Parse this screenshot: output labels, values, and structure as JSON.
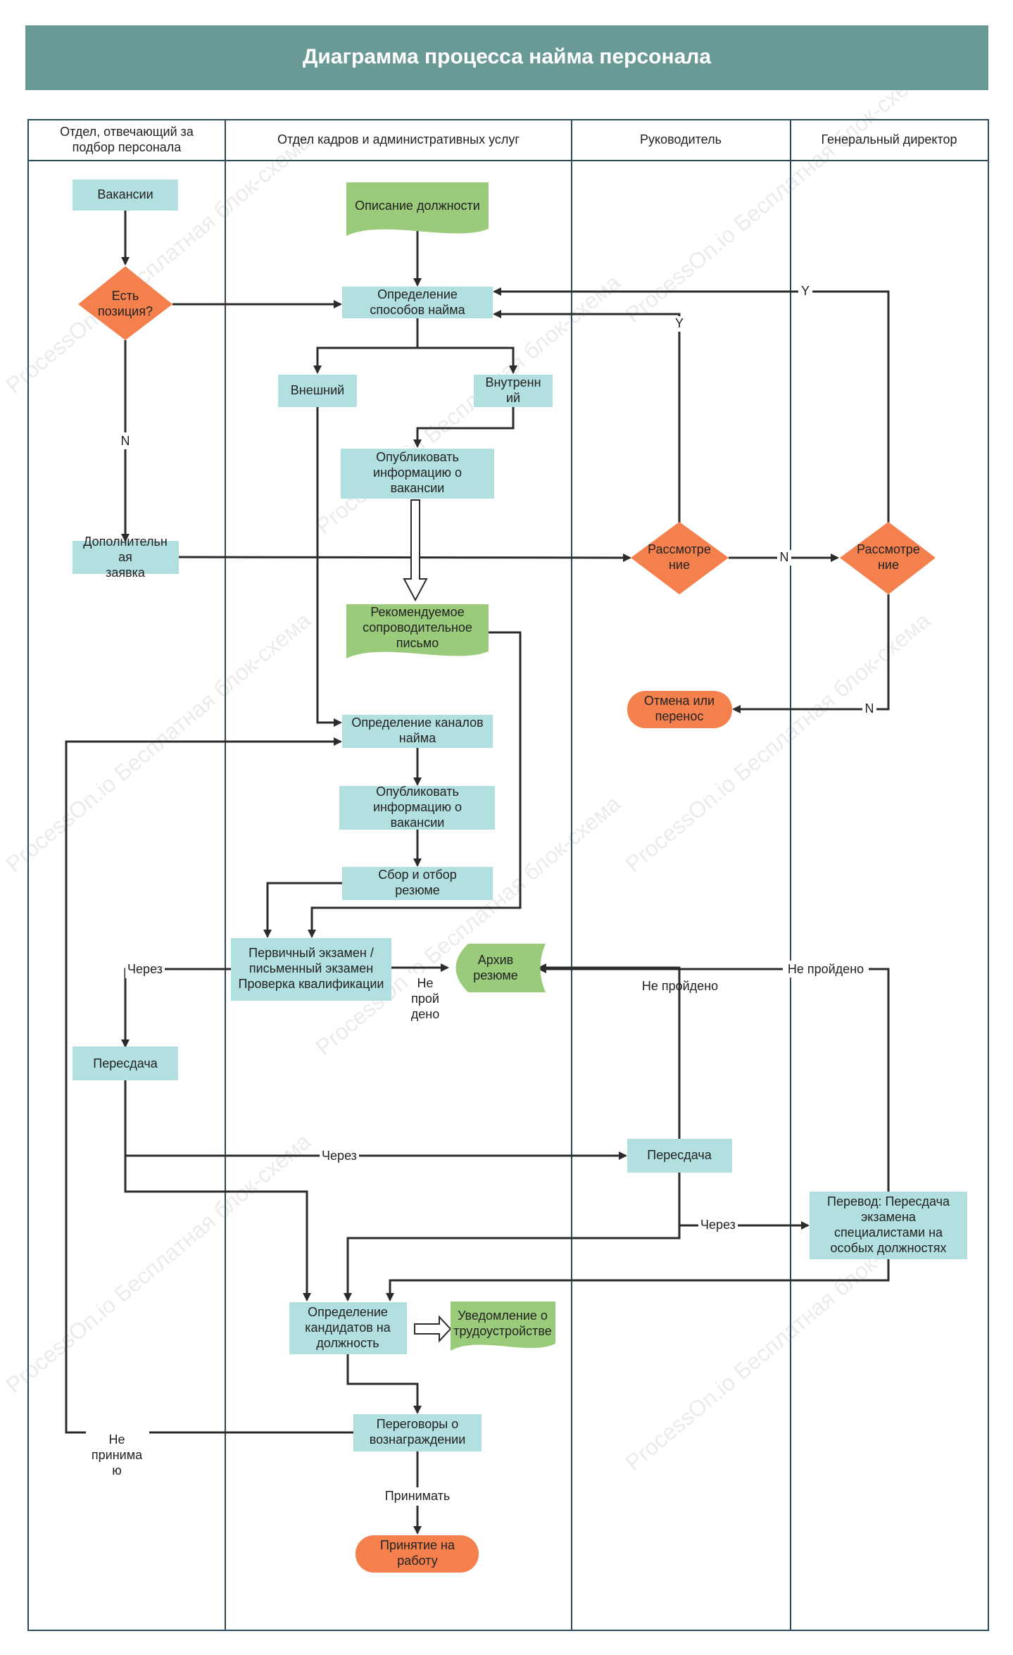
{
  "title": "Диаграмма процесса найма персонала",
  "watermark": "ProcessOn.io Бесплатная блок-схема",
  "colors": {
    "header": "#6a9a96",
    "process": "#b2dfdf",
    "decision": "#f4804e",
    "document": "#9acb7a",
    "terminal": "#f4804e",
    "lane_border": "#2c4a5a",
    "edge": "#2b2b2b"
  },
  "lanes": [
    "Отдел, отвечающий за подбор персонала",
    "Отдел кадров и административных услуг",
    "Руководитель",
    "Генеральный директор"
  ],
  "nodes": {
    "vacancies": "Вакансии",
    "has_position": "Есть позиция?",
    "additional_request": "Дополнительная заявка",
    "retake_1": "Пересдача",
    "job_description": "Описание должности",
    "hiring_methods": "Определение способов найма",
    "external": "Внешний",
    "internal": "Внутренний",
    "publish_1": "Опубликовать информацию о вакансии",
    "recommendation_letter": "Рекомендуемое сопроводительное письмо",
    "hiring_channels": "Определение каналов найма",
    "publish_2": "Опубликовать информацию о вакансии",
    "collect_resumes": "Сбор и отбор резюме",
    "primary_exam": "Первичный экзамен / письменный экзамен Проверка квалификации",
    "resume_archive": "Архив резюме",
    "define_candidates": "Определение кандидатов на должность",
    "employment_notice": "Уведомление о трудоустройстве",
    "salary_negotiation": "Переговоры о вознаграждении",
    "hire": "Принятие на работу",
    "review_manager": "Рассмотрение",
    "cancel_postpone": "Отмена или перенос",
    "retake_2": "Пересдача",
    "review_director": "Рассмотрение",
    "transfer_retake": "Перевод: Пересдача экзамена специалистами на особых должностях"
  },
  "edge_labels": {
    "n1": "N",
    "y1": "Y",
    "y2": "Y",
    "n2": "N",
    "n3": "N",
    "pass1": "Через",
    "fail1": "Не пройдено",
    "pass2": "Через",
    "fail2": "Не пройдено",
    "fail3": "Не пройдено",
    "pass3": "Через",
    "reject": "Не принимаю",
    "accept": "Принимать"
  }
}
